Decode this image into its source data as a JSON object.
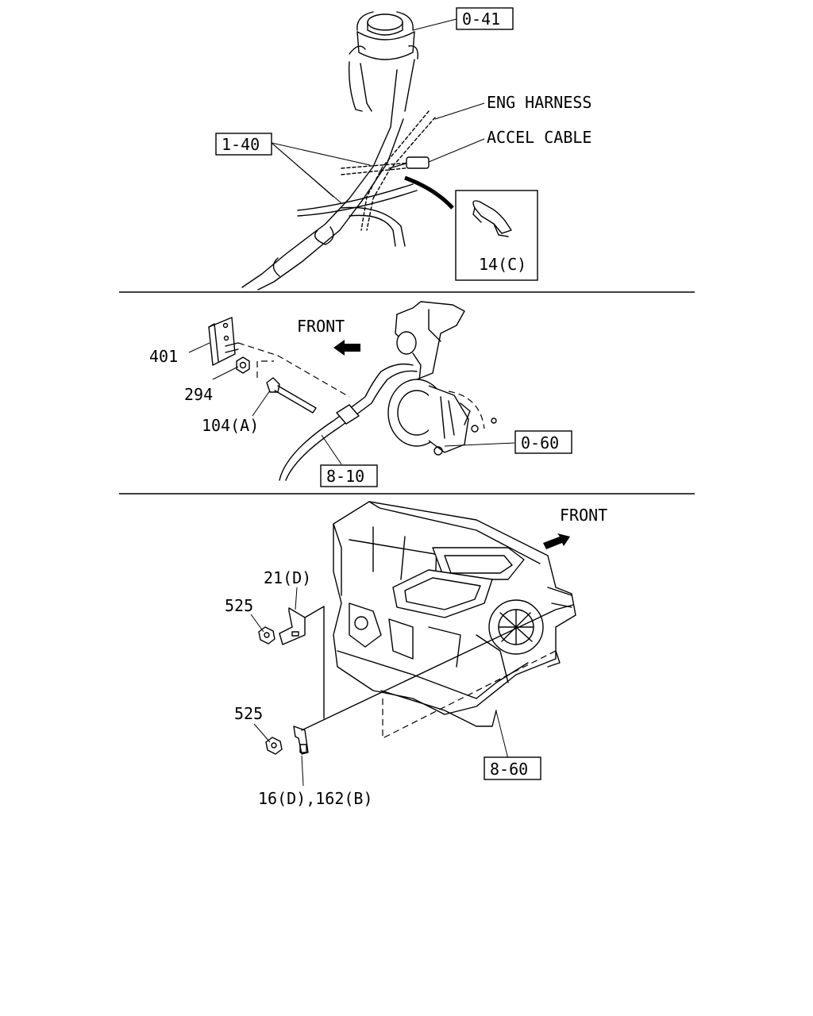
{
  "panel_top": {
    "ref_0_41": "0-41",
    "ref_1_40": "1-40",
    "eng_harness": "ENG HARNESS",
    "accel_cable": "ACCEL CABLE",
    "clip_14c": "14(C)"
  },
  "panel_middle": {
    "front": "FRONT",
    "part_401": "401",
    "part_294": "294",
    "part_104a": "104(A)",
    "ref_8_10": "8-10",
    "ref_0_60": "0-60"
  },
  "panel_bottom": {
    "front": "FRONT",
    "part_21d": "21(D)",
    "part_525_upper": "525",
    "part_525_lower": "525",
    "part_16d_162b": "16(D),162(B)",
    "ref_8_60": "8-60"
  }
}
